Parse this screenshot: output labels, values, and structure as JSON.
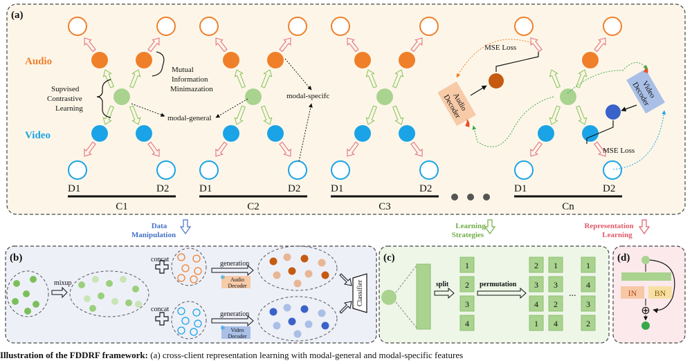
{
  "colors": {
    "audio": "#f07f2a",
    "video": "#1aa3e6",
    "general": "#a9d38f",
    "panel_a_bg": "#fdf6e8",
    "panel_b_bg": "#eef0f8",
    "panel_c_bg": "#eef6e8",
    "panel_d_bg": "#fbe9ec",
    "pink_arrow": "#e57c8a",
    "green_arrow": "#96c96e",
    "blue_text": "#4472c4",
    "green_text": "#70ad47",
    "red_text": "#e05a6a",
    "dark_audio": "#c55a11",
    "dark_video": "#3a62c9",
    "audio_decoder_bg": "#f7caa8",
    "video_decoder_bg": "#a9bfe6"
  },
  "panel_a": {
    "label": "(a)",
    "audio_label": "Audio",
    "video_label": "Video",
    "mi_line1": "Mutual",
    "mi_line2": "Information",
    "mi_line3": "Minimazation",
    "scl_line1": "Supvised",
    "scl_line2": "Contrastive",
    "scl_line3": "Learning",
    "modal_general": "modal-general",
    "modal_specific": "modal-specifc",
    "mse_loss_top": "MSE Loss",
    "mse_loss_bottom": "MSE Loss",
    "audio_decoder_line1": "Audio",
    "audio_decoder_line2": "Decoder",
    "video_decoder_line1": "Video",
    "video_decoder_line2": "Decoder",
    "d1": "D1",
    "d2": "D2",
    "clients": [
      "C1",
      "C2",
      "C3",
      "Cn"
    ]
  },
  "between": {
    "data_manipulation_line1": "Data",
    "data_manipulation_line2": "Manipulation",
    "learning_strategies_line1": "Learning",
    "learning_strategies_line2": "Strategies",
    "representation_learning_line1": "Representation",
    "representation_learning_line2": "Learning"
  },
  "panel_b": {
    "label": "(b)",
    "mixup": "mixup",
    "concat_top": "concat",
    "concat_bottom": "concat",
    "generation_top": "generation",
    "generation_bottom": "generation",
    "audio_decoder_line1": "Audio",
    "audio_decoder_line2": "Decoder",
    "video_decoder_line1": "Video",
    "video_decoder_line2": "Decoder",
    "classifier": "Classifier"
  },
  "panel_c": {
    "label": "(c)",
    "split": "split",
    "permutation": "permutation",
    "dots": "...",
    "col_split": [
      "1",
      "2",
      "3",
      "4"
    ],
    "col_p1": [
      "2",
      "3",
      "4",
      "1"
    ],
    "col_p2": [
      "1",
      "3",
      "2",
      "4"
    ],
    "col_pn": [
      "1",
      "4",
      "3",
      "2"
    ]
  },
  "panel_d": {
    "label": "(d)",
    "in": "IN",
    "bn": "BN",
    "plus": "⊕"
  },
  "caption": {
    "bold": "Illustration of the FDDRF framework:",
    "rest": " (a) cross-client representation learning with modal-general and modal-specific features"
  }
}
